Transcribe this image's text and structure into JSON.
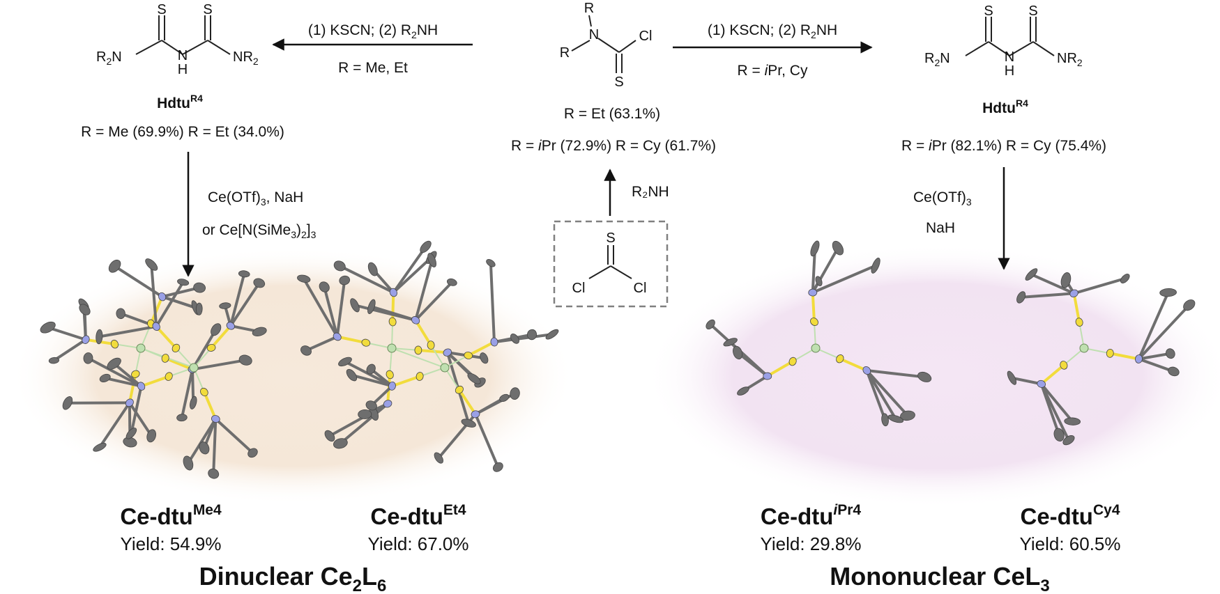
{
  "colors": {
    "ink": "#111111",
    "bond": "#222222",
    "dinuclear_glow": "#f3e2cf",
    "mononuclear_glow": "#eedcef",
    "sulfur": "#f2dc3c",
    "nitrogen": "#9aa0e6",
    "carbon": "#6e6e6e",
    "cerium": "#bfe0b0",
    "dashed_box": "#808080"
  },
  "precursor": {
    "atoms": {
      "S": "S",
      "Cl_left": "Cl",
      "Cl_right": "Cl"
    },
    "reagent": "R₂NH"
  },
  "center": {
    "atoms": {
      "R_top": "R",
      "N": "N",
      "R_left": "R",
      "Cl": "Cl",
      "S": "S"
    },
    "yield_line1": "R = Et (63.1%)",
    "yield_line2_a": "R = ",
    "yield_line2_b": "i",
    "yield_line2_c": "Pr (72.9%) R = Cy (61.7%)"
  },
  "left_route": {
    "reagents": {
      "a": "(1) KSCN; (2) R",
      "sub": "2",
      "b": "NH"
    },
    "conditions": "R = Me, Et",
    "ligand": {
      "atoms": {
        "S1": "S",
        "S2": "S",
        "R2N": "R",
        "R2N_sub": "2",
        "R2N_N": "N",
        "NH_N": "N",
        "NH_H": "H",
        "NR2": "NR",
        "NR2_sub": "2"
      },
      "name": "Hdtu",
      "name_sup": "R4",
      "yields": "R = Me (69.9%) R = Et (34.0%)"
    },
    "metal_reagents": {
      "l1": "Ce(OTf)",
      "l1_sub": "3",
      "l1_b": ", NaH",
      "l2": "or Ce[N(SiMe",
      "l2_sub1": "3",
      "l2_mid": ")",
      "l2_sub2": "2",
      "l2_end": "]",
      "l2_sub3": "3"
    }
  },
  "right_route": {
    "reagents": {
      "a": "(1) KSCN; (2) R",
      "sub": "2",
      "b": "NH"
    },
    "conditions": {
      "a": "R = ",
      "b": "i",
      "c": "Pr, Cy"
    },
    "ligand": {
      "atoms": {
        "S1": "S",
        "S2": "S",
        "R2N": "R",
        "R2N_sub": "2",
        "R2N_N": "N",
        "NH_N": "N",
        "NH_H": "H",
        "NR2": "NR",
        "NR2_sub": "2"
      },
      "name": "Hdtu",
      "name_sup": "R4",
      "yields": {
        "a": "R = ",
        "b": "i",
        "c": "Pr (82.1%) R = Cy (75.4%)"
      }
    },
    "metal_reagents": {
      "l1": "Ce(OTf)",
      "l1_sub": "3",
      "l2": "NaH"
    }
  },
  "products": [
    {
      "name": "Ce-dtu",
      "sup": "Me4",
      "sup_italic": "",
      "yield": "Yield: 54.9%"
    },
    {
      "name": "Ce-dtu",
      "sup": "Et4",
      "sup_italic": "",
      "yield": "Yield: 67.0%"
    },
    {
      "name": "Ce-dtu",
      "sup": "Pr4",
      "sup_italic": "i",
      "yield": "Yield: 29.8%"
    },
    {
      "name": "Ce-dtu",
      "sup": "Cy4",
      "sup_italic": "",
      "yield": "Yield: 60.5%"
    }
  ],
  "group_labels": {
    "dinuclear": {
      "a": "Dinuclear Ce",
      "sub1": "2",
      "b": "L",
      "sub2": "6"
    },
    "mononuclear": {
      "a": "Mononuclear CeL",
      "sub": "3"
    }
  }
}
